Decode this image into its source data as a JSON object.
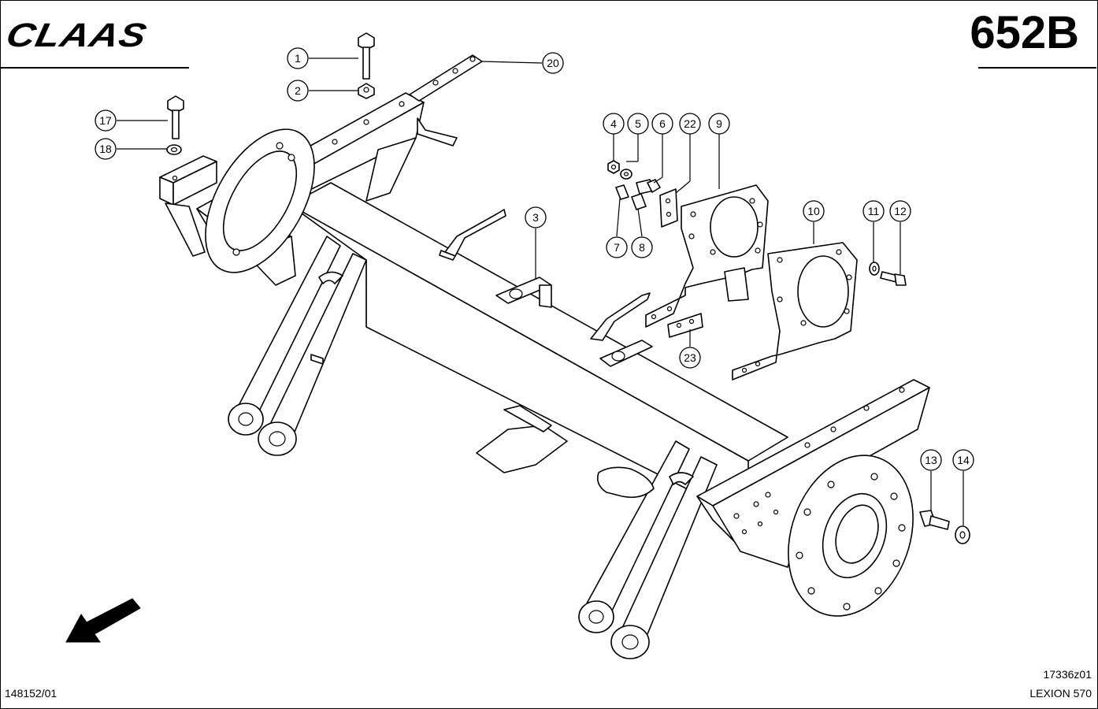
{
  "header": {
    "brand": "CLAAS",
    "page_code": "652B"
  },
  "footer": {
    "left_code": "148152/01",
    "drawing_number": "17336z01",
    "model": "LEXION 570"
  },
  "icons": {
    "direction_arrow": "arrow-down-left-icon"
  },
  "callouts": [
    "1",
    "2",
    "3",
    "4",
    "5",
    "6",
    "7",
    "8",
    "9",
    "10",
    "11",
    "12",
    "13",
    "14",
    "17",
    "18",
    "20",
    "22",
    "23"
  ]
}
